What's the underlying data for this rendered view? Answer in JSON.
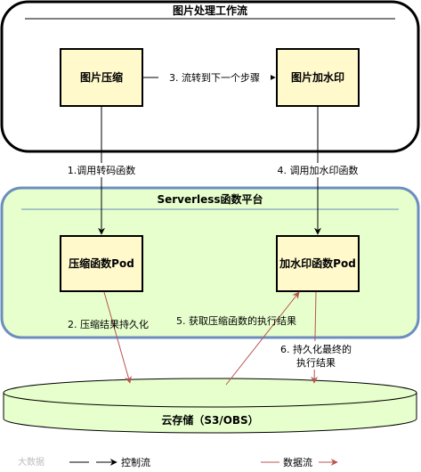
{
  "workflow_group": {
    "title": "图片处理工作流"
  },
  "platform_group": {
    "title": "Serverless函数平台"
  },
  "nodes": {
    "image_compress": "图片压缩",
    "image_watermark": "图片加水印",
    "compress_pod": "压缩函数Pod",
    "watermark_pod": "加水印函数Pod",
    "storage": "云存储（S3/OBS）"
  },
  "edges": {
    "flow_next_step": "3. 流转到下一个步骤",
    "call_transcode": "1.调用转码函数",
    "call_watermark": "4. 调用加水印函数",
    "persist_compress": "2. 压缩结果持久化",
    "fetch_compress_result": "5. 获取压缩函数的执行结果",
    "persist_final_1": "6. 持久化最终的",
    "persist_final_2": "执行结果"
  },
  "legend": {
    "watermark_text": "大数据",
    "control_flow": "控制流",
    "data_flow": "数据流"
  },
  "colors": {
    "node_fill": "#fff9cc",
    "platform_fill": "#e6ffcc",
    "platform_border": "#6c8ebf",
    "data_flow": "#b85450"
  }
}
